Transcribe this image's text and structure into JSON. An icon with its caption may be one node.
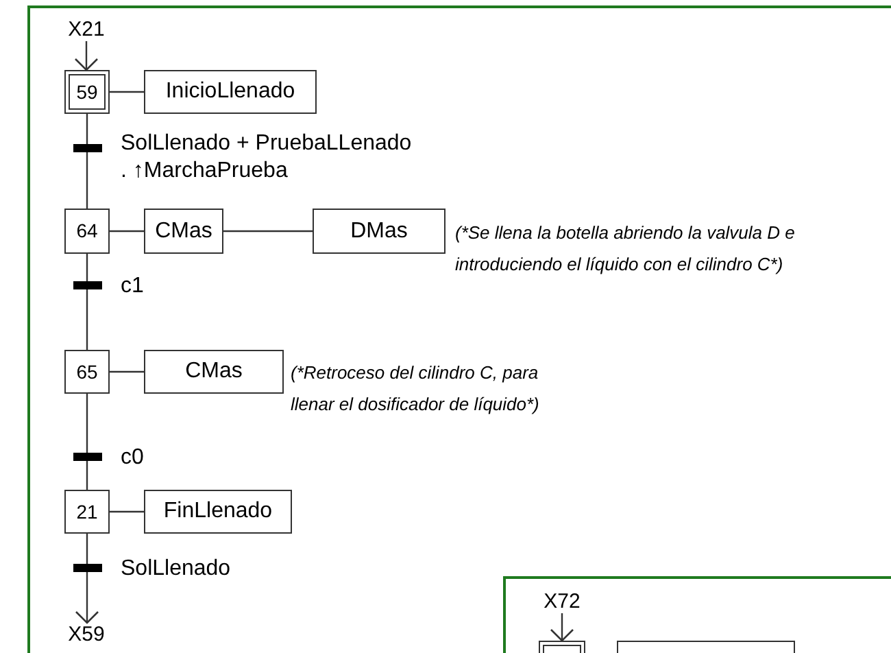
{
  "diagram": {
    "nodes": [
      {
        "text": [],
        "shape": "box"
      },
      {
        "text": [
          "X21"
        ],
        "in": 0
      },
      {
        "text": [
          "59"
        ],
        "in": 0
      },
      {
        "text": [
          "InicioLlenado"
        ],
        "in": 0
      },
      {
        "text": [
          "64"
        ],
        "in": 0
      },
      {
        "text": [
          "CMas"
        ],
        "in": 0
      },
      {
        "text": [
          "DMas"
        ],
        "in": 0
      },
      {
        "text": [
          "65"
        ],
        "in": 0
      },
      {
        "text": [
          "CMas"
        ],
        "in": 0
      },
      {
        "text": [
          "21"
        ],
        "in": 0
      },
      {
        "text": [
          "FinLlenado"
        ],
        "in": 0
      },
      {
        "text": [
          "X59"
        ],
        "in": 0
      },
      {
        "text": [],
        "shape": "box",
        "in": 0
      },
      {
        "text": [
          "X72"
        ],
        "in": 12
      },
      {
        "text": [],
        "shape": "box",
        "in": 12
      },
      {
        "text": [],
        "shape": "box",
        "in": 12
      }
    ],
    "edges": [
      {
        "from": 1,
        "to": 2,
        "arrow": "to"
      },
      {
        "from": 2,
        "to": 3,
        "arrow": "none"
      },
      {
        "from": 2,
        "to": 4,
        "arrow": "none",
        "label": "SolLlenado + PruebaLLenado . ↑MarchaPrueba"
      },
      {
        "from": 4,
        "to": 5,
        "arrow": "none"
      },
      {
        "from": 5,
        "to": 6,
        "arrow": "none"
      },
      {
        "from": 4,
        "to": 7,
        "arrow": "none",
        "label": "c1"
      },
      {
        "from": 7,
        "to": 8,
        "arrow": "none"
      },
      {
        "from": 7,
        "to": 9,
        "arrow": "none",
        "label": "c0"
      },
      {
        "from": 9,
        "to": 10,
        "arrow": "none"
      },
      {
        "from": 9,
        "to": 11,
        "arrow": "to",
        "label": "SolLlenado"
      },
      {
        "from": 13,
        "to": 14,
        "arrow": "to"
      }
    ],
    "labels": [
      "(*Se llena la botella abriendo la valvula D e introduciendo el líquido con el cilindro C*)",
      "(*Retroceso del cilindro C, para llenar el dosificador de líquido*)"
    ]
  }
}
